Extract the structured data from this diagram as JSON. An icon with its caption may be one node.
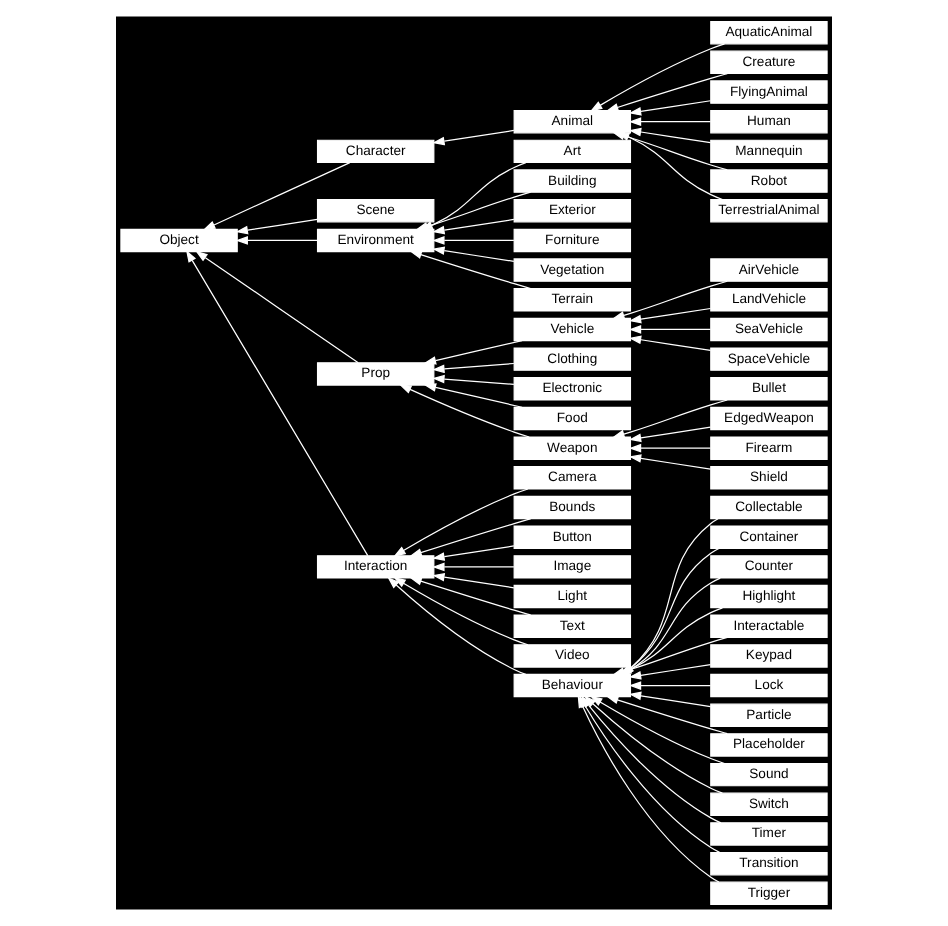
{
  "diagram": {
    "nodes": [
      {
        "text": [
          "Object"
        ]
      },
      {
        "text": [
          "Character"
        ]
      },
      {
        "text": [
          "Scene"
        ]
      },
      {
        "text": [
          "Environment"
        ]
      },
      {
        "text": [
          "Prop"
        ]
      },
      {
        "text": [
          "Vehicle"
        ]
      },
      {
        "text": [
          "Interaction"
        ]
      },
      {
        "text": [
          "Animal"
        ]
      },
      {
        "text": [
          "Art"
        ]
      },
      {
        "text": [
          "Building"
        ]
      },
      {
        "text": [
          "Exterior"
        ]
      },
      {
        "text": [
          "Forniture"
        ]
      },
      {
        "text": [
          "Vegetation"
        ]
      },
      {
        "text": [
          "Terrain"
        ]
      },
      {
        "text": [
          "Clothing"
        ]
      },
      {
        "text": [
          "Electronic"
        ]
      },
      {
        "text": [
          "Food"
        ]
      },
      {
        "text": [
          "Weapon"
        ]
      },
      {
        "text": [
          "AirVehicle"
        ]
      },
      {
        "text": [
          "LandVehicle"
        ]
      },
      {
        "text": [
          "SeaVehicle"
        ]
      },
      {
        "text": [
          "SpaceVehicle"
        ]
      },
      {
        "text": [
          "Camera"
        ]
      },
      {
        "text": [
          "Bounds"
        ]
      },
      {
        "text": [
          "Button"
        ]
      },
      {
        "text": [
          "Image"
        ]
      },
      {
        "text": [
          "Light"
        ]
      },
      {
        "text": [
          "Text"
        ]
      },
      {
        "text": [
          "Video"
        ]
      },
      {
        "text": [
          "AquaticAnimal"
        ]
      },
      {
        "text": [
          "Creature"
        ]
      },
      {
        "text": [
          "FlyingAnimal"
        ]
      },
      {
        "text": [
          "Human"
        ]
      },
      {
        "text": [
          "Mannequin"
        ]
      },
      {
        "text": [
          "Robot"
        ]
      },
      {
        "text": [
          "TerrestrialAnimal"
        ]
      },
      {
        "text": [
          "Bullet"
        ]
      },
      {
        "text": [
          "EdgedWeapon"
        ]
      },
      {
        "text": [
          "Firearm"
        ]
      },
      {
        "text": [
          "Shield"
        ]
      },
      {
        "text": [
          "Behaviour"
        ]
      },
      {
        "text": [
          "Collectable"
        ]
      },
      {
        "text": [
          "Container"
        ]
      },
      {
        "text": [
          "Counter"
        ]
      },
      {
        "text": [
          "Highlight"
        ]
      },
      {
        "text": [
          "Interactable"
        ]
      },
      {
        "text": [
          "Keypad"
        ]
      },
      {
        "text": [
          "Lock"
        ]
      },
      {
        "text": [
          "Particle"
        ]
      },
      {
        "text": [
          "Placeholder"
        ]
      },
      {
        "text": [
          "Sound"
        ]
      },
      {
        "text": [
          "Switch"
        ]
      },
      {
        "text": [
          "Timer"
        ]
      },
      {
        "text": [
          "Transition"
        ]
      },
      {
        "text": [
          "Trigger"
        ]
      }
    ],
    "edges": [
      {
        "from": 1,
        "to": 0,
        "arrow": "to"
      },
      {
        "from": 2,
        "to": 0,
        "arrow": "to"
      },
      {
        "from": 3,
        "to": 0,
        "arrow": "to"
      },
      {
        "from": 4,
        "to": 0,
        "arrow": "to"
      },
      {
        "from": 6,
        "to": 0,
        "arrow": "to"
      },
      {
        "from": 5,
        "to": 4,
        "arrow": "to"
      },
      {
        "from": 7,
        "to": 1,
        "arrow": "to"
      },
      {
        "from": 8,
        "to": 3,
        "arrow": "to"
      },
      {
        "from": 9,
        "to": 3,
        "arrow": "to"
      },
      {
        "from": 10,
        "to": 3,
        "arrow": "to"
      },
      {
        "from": 11,
        "to": 3,
        "arrow": "to"
      },
      {
        "from": 12,
        "to": 3,
        "arrow": "to"
      },
      {
        "from": 13,
        "to": 3,
        "arrow": "to"
      },
      {
        "from": 14,
        "to": 4,
        "arrow": "to"
      },
      {
        "from": 15,
        "to": 4,
        "arrow": "to"
      },
      {
        "from": 16,
        "to": 4,
        "arrow": "to"
      },
      {
        "from": 17,
        "to": 4,
        "arrow": "to"
      },
      {
        "from": 18,
        "to": 5,
        "arrow": "to"
      },
      {
        "from": 19,
        "to": 5,
        "arrow": "to"
      },
      {
        "from": 20,
        "to": 5,
        "arrow": "to"
      },
      {
        "from": 21,
        "to": 5,
        "arrow": "to"
      },
      {
        "from": 22,
        "to": 6,
        "arrow": "to"
      },
      {
        "from": 23,
        "to": 6,
        "arrow": "to"
      },
      {
        "from": 24,
        "to": 6,
        "arrow": "to"
      },
      {
        "from": 25,
        "to": 6,
        "arrow": "to"
      },
      {
        "from": 26,
        "to": 6,
        "arrow": "to"
      },
      {
        "from": 27,
        "to": 6,
        "arrow": "to"
      },
      {
        "from": 28,
        "to": 6,
        "arrow": "to"
      },
      {
        "from": 29,
        "to": 7,
        "arrow": "to"
      },
      {
        "from": 30,
        "to": 7,
        "arrow": "to"
      },
      {
        "from": 31,
        "to": 7,
        "arrow": "to"
      },
      {
        "from": 32,
        "to": 7,
        "arrow": "to"
      },
      {
        "from": 33,
        "to": 7,
        "arrow": "to"
      },
      {
        "from": 34,
        "to": 7,
        "arrow": "to"
      },
      {
        "from": 35,
        "to": 7,
        "arrow": "to"
      },
      {
        "from": 36,
        "to": 17,
        "arrow": "to"
      },
      {
        "from": 37,
        "to": 17,
        "arrow": "to"
      },
      {
        "from": 38,
        "to": 17,
        "arrow": "to"
      },
      {
        "from": 39,
        "to": 17,
        "arrow": "to"
      },
      {
        "from": 40,
        "to": 6,
        "arrow": "to"
      },
      {
        "from": 41,
        "to": 40,
        "arrow": "to"
      },
      {
        "from": 42,
        "to": 40,
        "arrow": "to"
      },
      {
        "from": 43,
        "to": 40,
        "arrow": "to"
      },
      {
        "from": 44,
        "to": 40,
        "arrow": "to"
      },
      {
        "from": 45,
        "to": 40,
        "arrow": "to"
      },
      {
        "from": 46,
        "to": 40,
        "arrow": "to"
      },
      {
        "from": 47,
        "to": 40,
        "arrow": "to"
      },
      {
        "from": 48,
        "to": 40,
        "arrow": "to"
      },
      {
        "from": 49,
        "to": 40,
        "arrow": "to"
      },
      {
        "from": 50,
        "to": 40,
        "arrow": "to"
      },
      {
        "from": 51,
        "to": 40,
        "arrow": "to"
      },
      {
        "from": 52,
        "to": 40,
        "arrow": "to"
      },
      {
        "from": 53,
        "to": 40,
        "arrow": "to"
      },
      {
        "from": 54,
        "to": 40,
        "arrow": "to"
      }
    ]
  }
}
